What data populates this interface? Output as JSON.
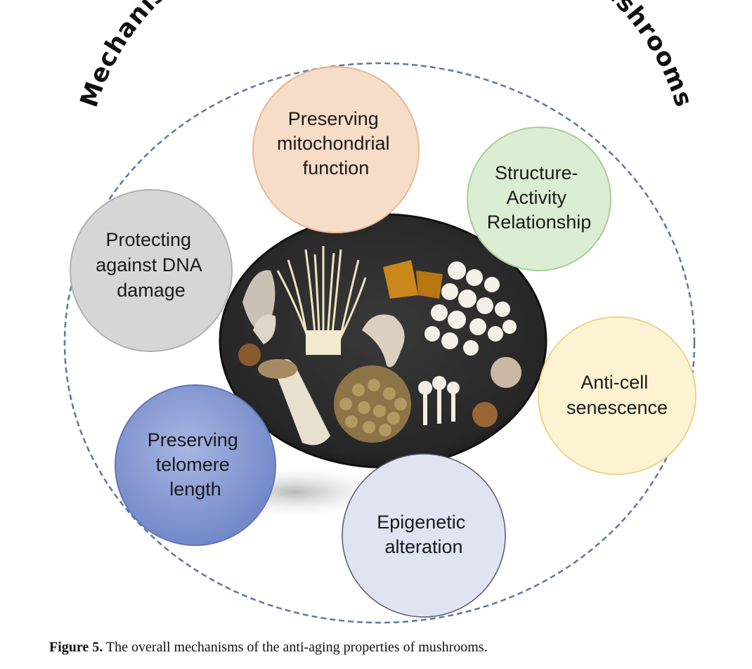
{
  "title": "Mechanisms of anti-aging properties of mushrooms",
  "mechanisms": [
    {
      "lines": [
        "Preserving",
        "mitochondrial",
        "function"
      ],
      "fill": "#f7dcc7",
      "stroke": "#e6b896"
    },
    {
      "lines": [
        "Structure-",
        "Activity",
        "Relationship"
      ],
      "fill": "#dbedd3",
      "stroke": "#a8cf97"
    },
    {
      "lines": [
        "Protecting",
        "against DNA",
        "damage"
      ],
      "fill": "#d6d6d6",
      "stroke": "#b0b0b0"
    },
    {
      "lines": [
        "Anti-cell",
        "senescence"
      ],
      "fill": "#fdf3d2",
      "stroke": "#ecd48b"
    },
    {
      "lines": [
        "Preserving",
        "telomere",
        "length"
      ],
      "fill": "#8d9fd4",
      "stroke": "#6276b8"
    },
    {
      "lines": [
        "Epigenetic",
        "alteration"
      ],
      "fill": "#dfe3f2",
      "stroke": "#555a6a"
    }
  ],
  "caption": {
    "label": "Figure 5.",
    "text": " The overall mechanisms of the anti-aging properties of mushrooms."
  },
  "colors": {
    "dashed_circle": "#5a78a8",
    "plate": "#2c2c2c"
  }
}
